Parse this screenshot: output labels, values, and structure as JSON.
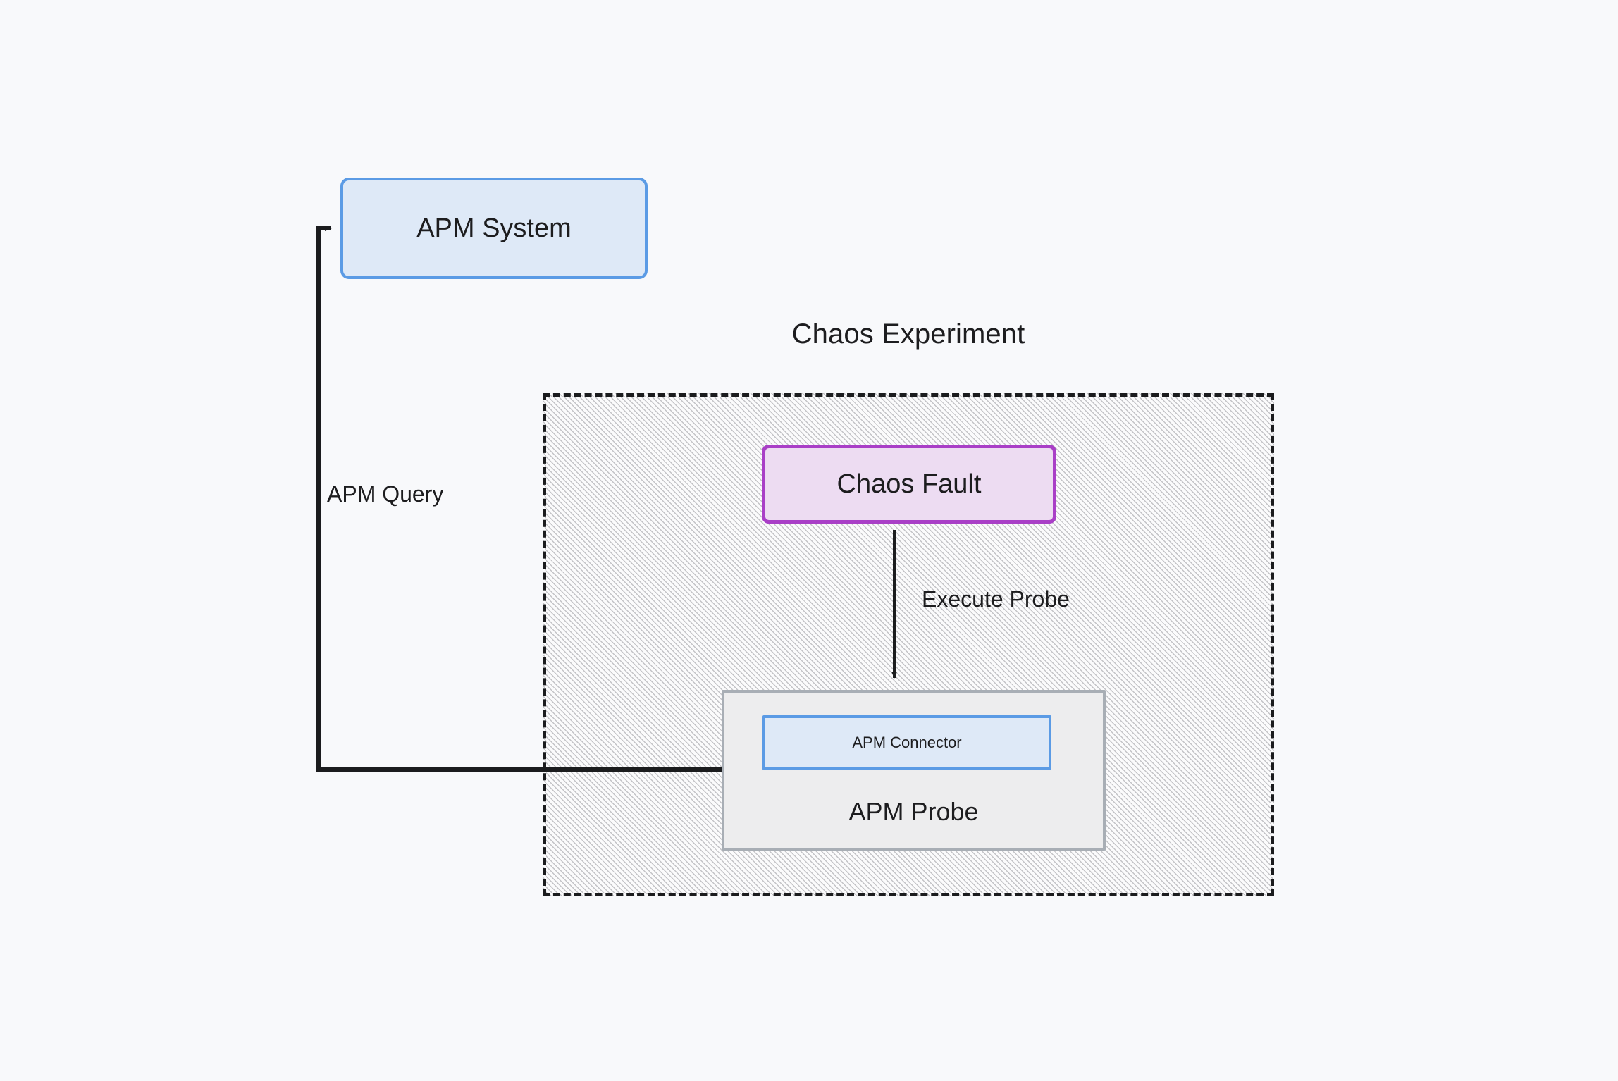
{
  "diagram": {
    "background_color": "#f8f9fb",
    "group": {
      "title": "Chaos Experiment",
      "border_style": "dashed",
      "border_color": "#1b1c1e",
      "fill": "hatched-light-gray"
    },
    "nodes": [
      {
        "id": "apm-system",
        "label": "APM System",
        "fill": "#dee9f7",
        "border_color": "#5b9be5",
        "shape": "rounded-rect"
      },
      {
        "id": "chaos-fault",
        "label": "Chaos Fault",
        "fill": "#eddcf2",
        "border_color": "#a93fc7",
        "shape": "rounded-rect"
      },
      {
        "id": "apm-probe",
        "label": "APM Probe",
        "fill": "#ededee",
        "border_color": "#a8aeb5",
        "shape": "rect"
      },
      {
        "id": "apm-connector",
        "label": "APM Connector",
        "fill": "#dee9f7",
        "border_color": "#5b9be5",
        "shape": "rect"
      }
    ],
    "edges": [
      {
        "id": "execute-probe",
        "label": "Execute Probe",
        "from": "chaos-fault",
        "to": "apm-probe",
        "arrow": "down",
        "color": "#1b1c1e"
      },
      {
        "id": "apm-query",
        "label": "APM Query",
        "from": "apm-probe",
        "to": "apm-system",
        "arrow": "right",
        "color": "#1b1c1e"
      }
    ]
  }
}
